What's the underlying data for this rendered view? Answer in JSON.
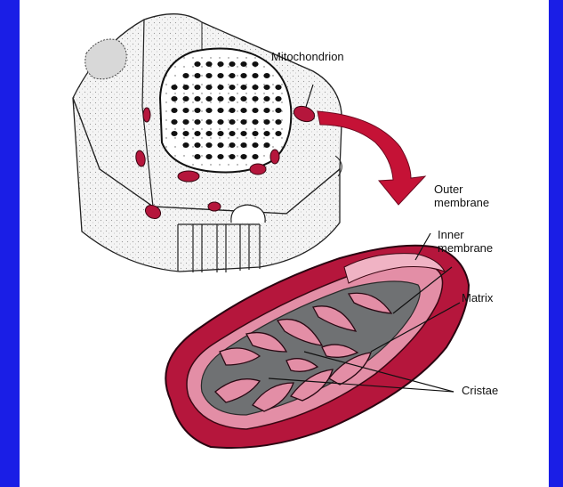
{
  "diagram": {
    "labels": {
      "mitochondrion": "Mitochondrion",
      "outer_membrane": "Outer\nmembrane",
      "inner_membrane": "Inner\nmembrane",
      "matrix": "Matrix",
      "cristae": "Cristae"
    },
    "colors": {
      "background": "#1a1ee6",
      "panel": "#ffffff",
      "mito_outer": "#b5163c",
      "mito_inner": "#e38ea6",
      "matrix": "#6f7173",
      "arrow": "#c51236"
    }
  }
}
